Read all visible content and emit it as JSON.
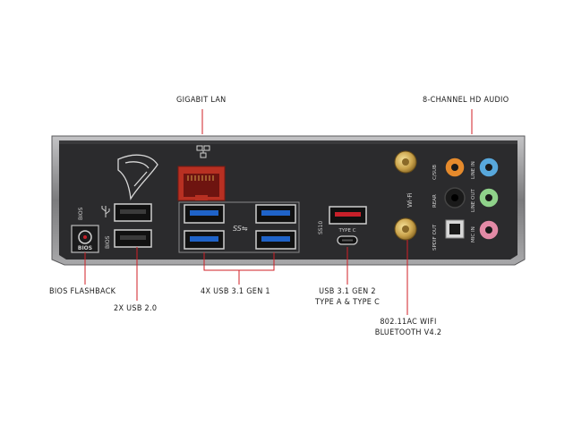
{
  "callouts": {
    "gigabit_lan": "GIGABIT LAN",
    "hd_audio": "8-CHANNEL HD AUDIO",
    "bios_flashback": "BIOS FLASHBACK",
    "usb20": "2X USB 2.0",
    "usb31_gen1": "4X USB 3.1 GEN 1",
    "usb31_gen2_line1": "USB 3.1 GEN 2",
    "usb31_gen2_line2": "TYPE A & TYPE C",
    "wifi_line1": "802.11AC WIFI",
    "wifi_line2": "BLUETOOTH V4.2"
  },
  "panel_labels": {
    "bios_vertical": "BIOS",
    "bios_button": "BIOS",
    "wifi": "Wi-Fi",
    "type_c": "TYPE C",
    "ss10": "SS10",
    "csub": "C/SUB",
    "rear": "REAR",
    "spdif_out": "SPDIF OUT",
    "line_in": "LINE IN",
    "line_out": "LINE OUT",
    "mic_in": "MIC IN"
  },
  "colors": {
    "panel": "#2b2b2d",
    "frame": "#9a9a9c",
    "usb3_blue": "#1f63c8",
    "usb_red": "#c8202a",
    "leader": "#d21f26",
    "audio_orange": "#e58a2c",
    "audio_blue": "#58a8dc",
    "audio_green": "#8fd28a",
    "audio_pink": "#e38aa6",
    "gold": "#c9a24a"
  }
}
